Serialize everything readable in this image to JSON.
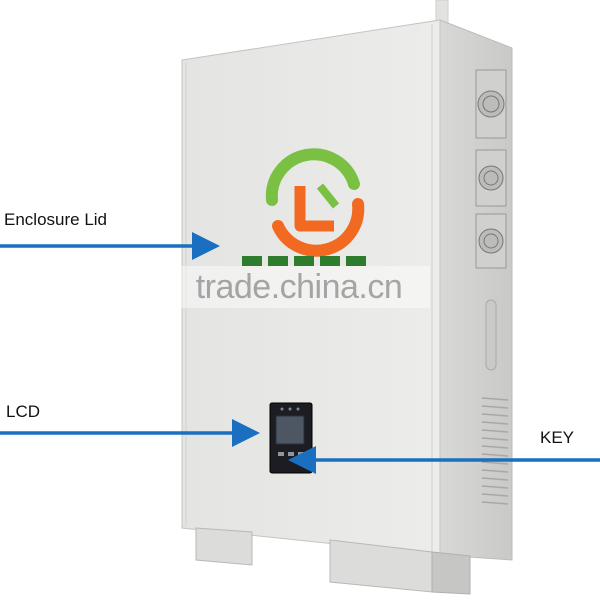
{
  "labels": {
    "enclosure_lid": "Enclosure Lid",
    "lcd": "LCD",
    "key": "KEY"
  },
  "watermark": "trade.china.cn",
  "colors": {
    "arrow": "#1a6fc0",
    "cabinet": "#e6e6e4",
    "logo_green": "#7ac143",
    "logo_orange": "#f26a21"
  }
}
